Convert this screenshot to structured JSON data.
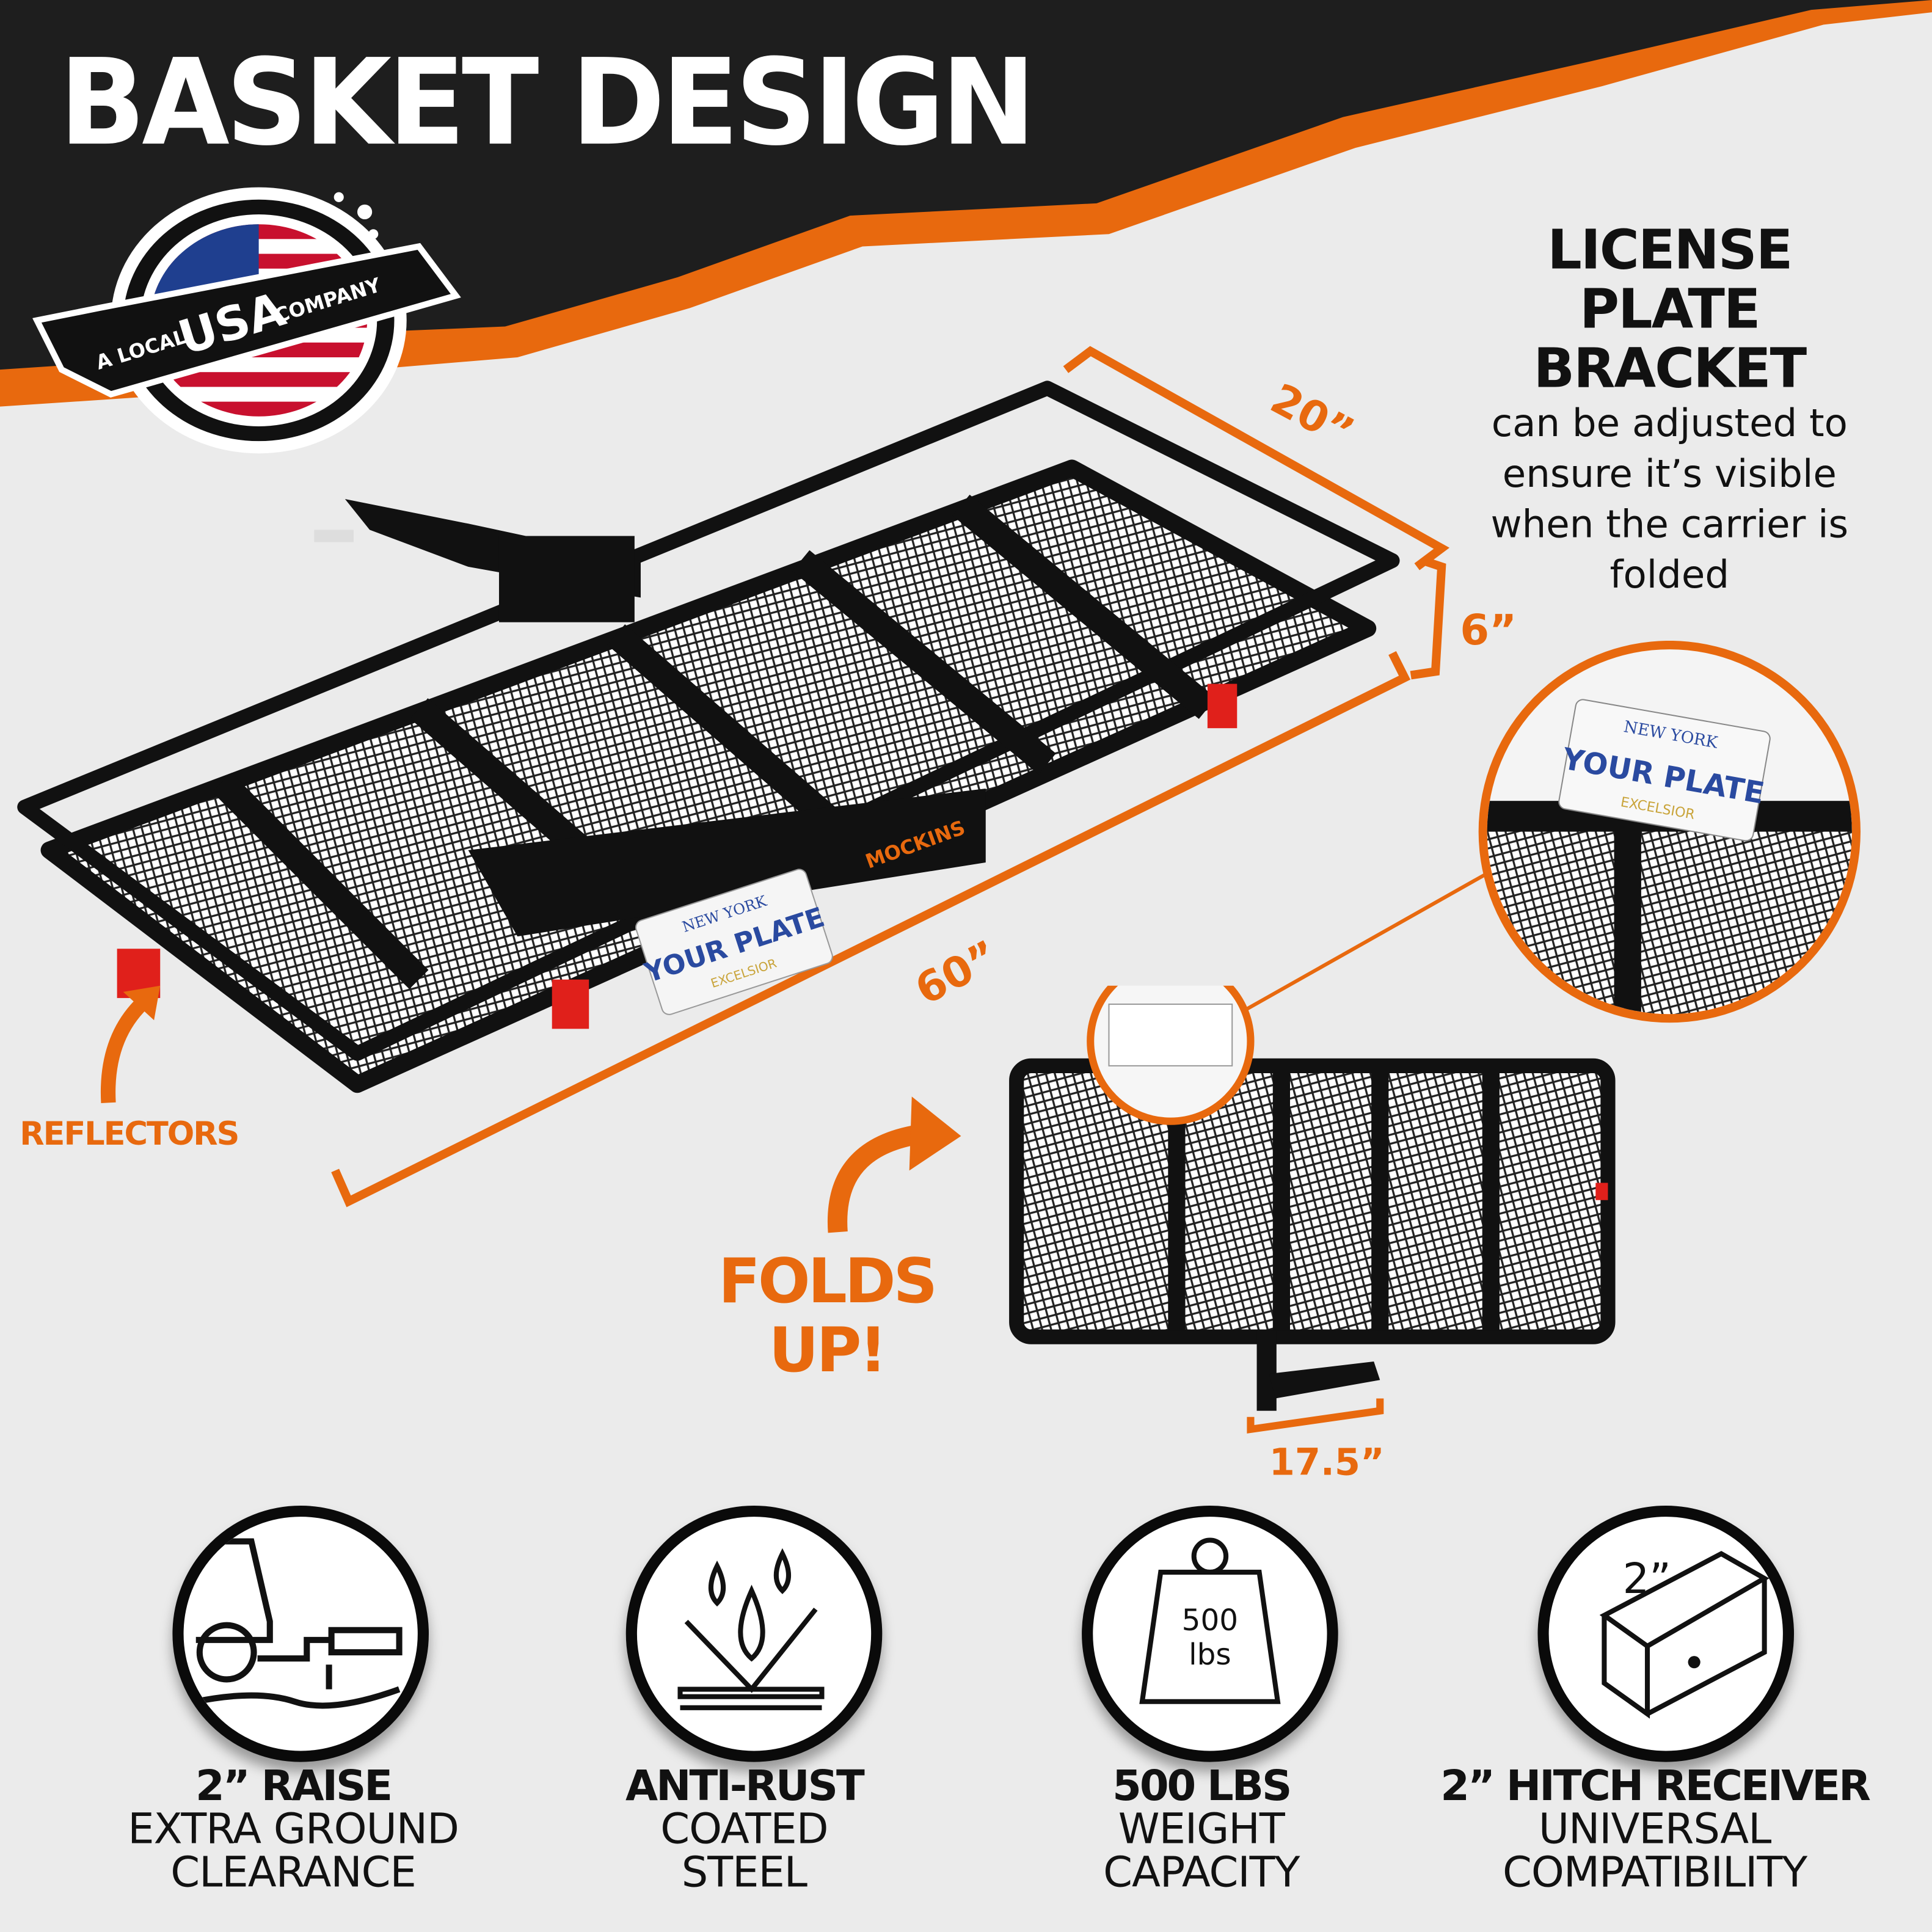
{
  "title": "BASKET DESIGN",
  "badge": {
    "text": "A LOCAL USA COMPANY",
    "line_a": "A LOCAL",
    "line_usa": "USA",
    "line_company": "COMPANY"
  },
  "license_plate_bracket": {
    "heading": [
      "LICENSE",
      "PLATE",
      "BRACKET"
    ],
    "body": [
      "can be adjusted to",
      "ensure it’s visible",
      "when the carrier is",
      "folded"
    ]
  },
  "dimensions": {
    "width": "20”",
    "height": "6”",
    "length": "60”",
    "folded_depth": "17.5”"
  },
  "labels": {
    "reflectors": "REFLECTORS",
    "folds_up": [
      "FOLDS",
      "UP!"
    ]
  },
  "plate": {
    "state": "NEW YORK",
    "text": "YOUR PLATE",
    "motto": "EXCELSIOR"
  },
  "brand": "MOCKINS",
  "features": [
    {
      "icon": "ground-clearance-icon",
      "heading": "2” RAISE",
      "sub": [
        "EXTRA GROUND",
        "CLEARANCE"
      ]
    },
    {
      "icon": "water-drops-icon",
      "heading": "ANTI-RUST",
      "sub": [
        "COATED",
        "STEEL"
      ]
    },
    {
      "icon": "weight-icon",
      "heading": "500 LBS",
      "sub": [
        "WEIGHT",
        "CAPACITY"
      ],
      "icon_text": [
        "500",
        "lbs"
      ]
    },
    {
      "icon": "hitch-receiver-icon",
      "heading": "2” HITCH RECEIVER",
      "sub": [
        "UNIVERSAL",
        "COMPATIBILITY"
      ],
      "icon_text": [
        "2”"
      ]
    }
  ],
  "colors": {
    "accent": "#e8690e",
    "dark": "#1c1c1c",
    "background": "#ebebeb"
  }
}
